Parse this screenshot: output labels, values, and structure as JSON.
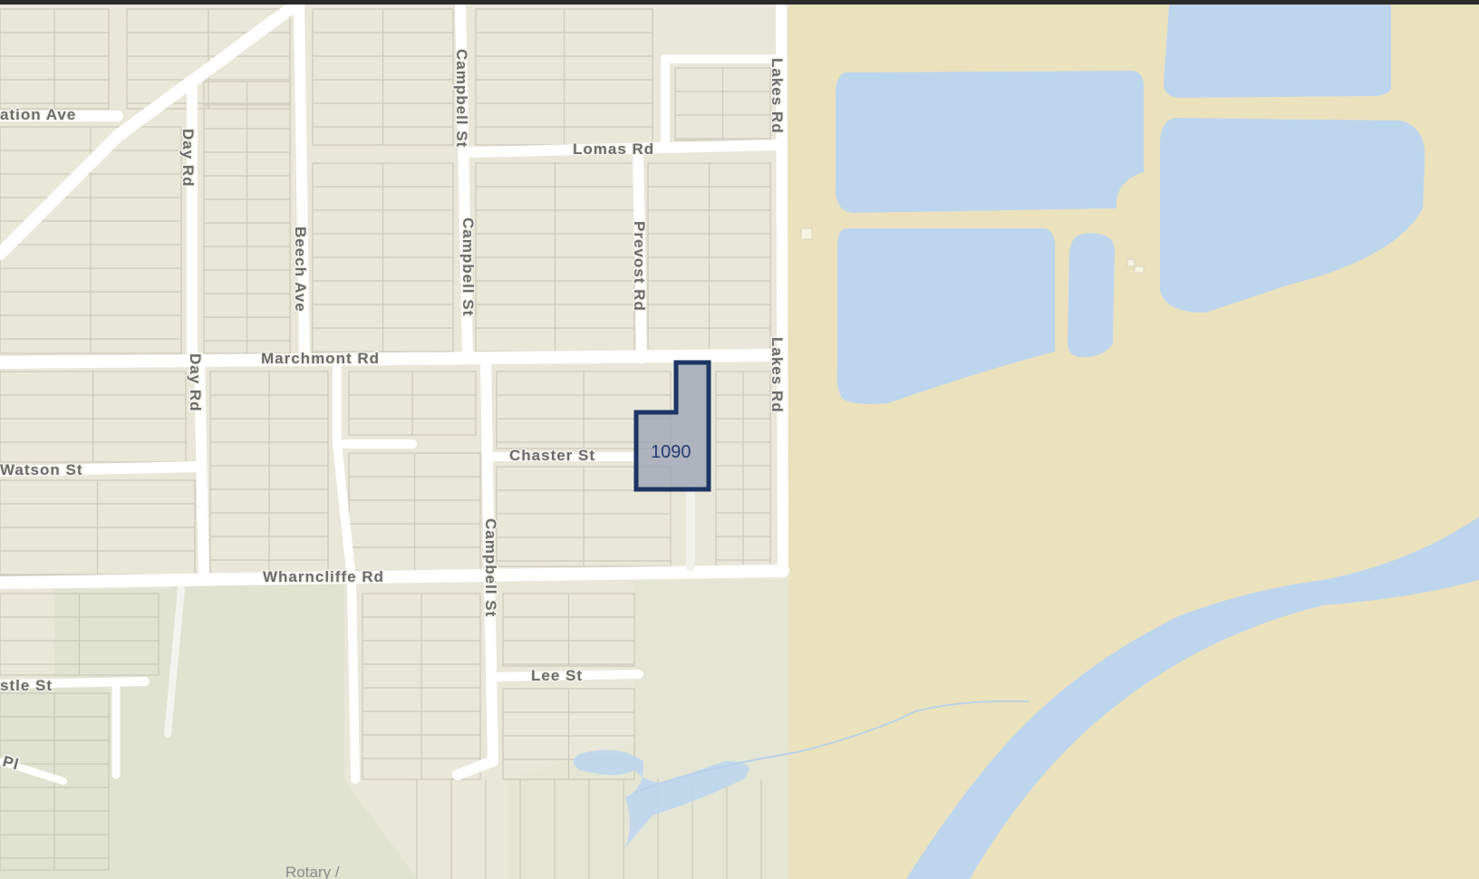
{
  "map": {
    "colors": {
      "land": "#e9e7d8",
      "lot_line": "#c9c7b8",
      "road": "#ffffff",
      "park": "#dfe3cf",
      "sand": "#ece1bd",
      "water": "#bdd6ee",
      "highlight_fill": "#9aa3b4",
      "highlight_stroke": "#1d3564",
      "top_bar": "#2b2b2b"
    },
    "streets": {
      "ation_ave": "ation Ave",
      "day_rd_north": "Day Rd",
      "day_rd_south": "Day Rd",
      "beech_ave": "Beech Ave",
      "campbell_st_1": "Campbell St",
      "campbell_st_2": "Campbell St",
      "campbell_st_3": "Campbell St",
      "lomas_rd": "Lomas Rd",
      "prevost_rd": "Prevost Rd",
      "lakes_rd_north": "Lakes Rd",
      "lakes_rd_south": "Lakes Rd",
      "marchmont_rd": "Marchmont Rd",
      "chaster_st": "Chaster St",
      "watson_st": "Watson St",
      "wharncliffe_rd": "Wharncliffe Rd",
      "lee_st": "Lee St",
      "castle_st": "stle St",
      "pl_fragment": "Pl"
    },
    "parcel": {
      "label": "1090"
    },
    "places": {
      "rotary": "Rotary /"
    }
  }
}
